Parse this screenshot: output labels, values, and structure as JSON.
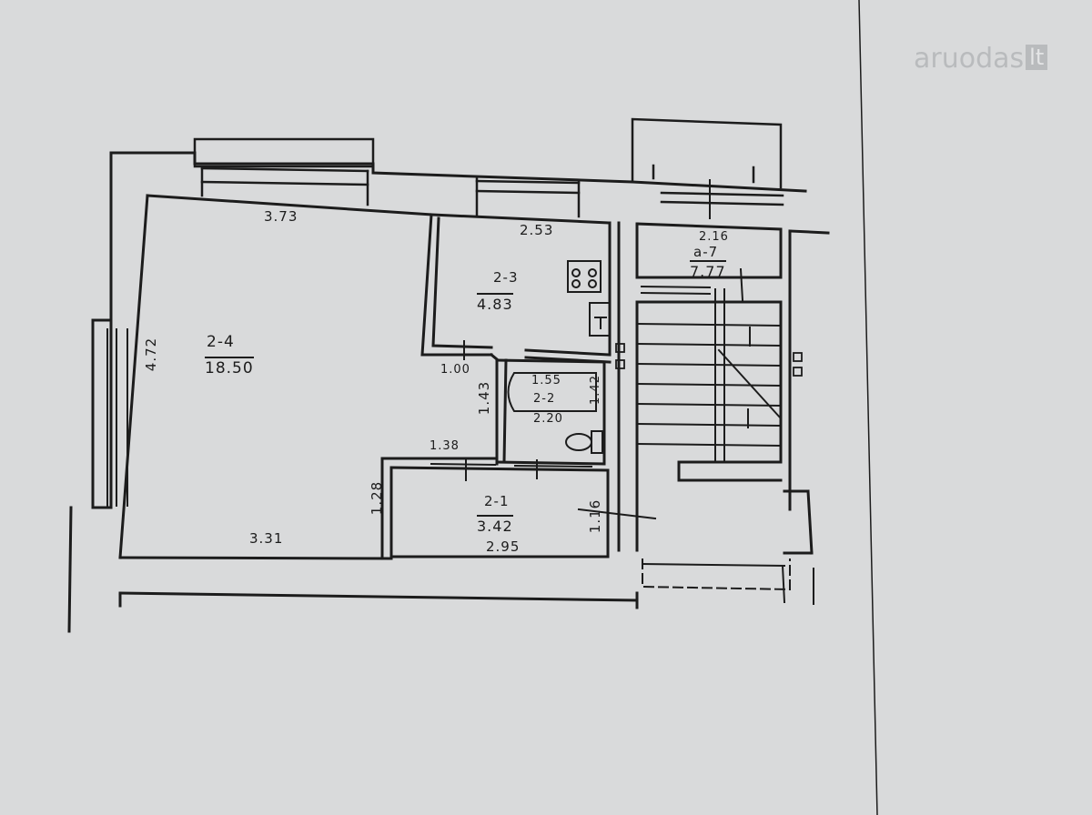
{
  "watermark": {
    "brand": "aruodas",
    "tld": "lt"
  },
  "rooms": {
    "r24": {
      "id": "2-4",
      "area": "18.50"
    },
    "r23": {
      "id": "2-3",
      "area": "4.83"
    },
    "r22": {
      "id": "2-2",
      "area": "1.55"
    },
    "r21": {
      "id": "2-1",
      "area": "3.42"
    },
    "ra7": {
      "id": "a-7",
      "area": "7.77"
    }
  },
  "dimensions": {
    "d_373": "3.73",
    "d_253": "2.53",
    "d_216": "2.16",
    "d_472": "4.72",
    "d_100": "1.00",
    "d_143": "1.43",
    "d_142": "1.42",
    "d_220": "2.20",
    "d_138": "1.38",
    "d_128": "1.28",
    "d_116": "1.16",
    "d_331": "3.31",
    "d_295": "2.95"
  },
  "colors": {
    "paper": "#d9dadb",
    "ink": "#1c1c1c",
    "watermark": "#b9bbbd"
  }
}
